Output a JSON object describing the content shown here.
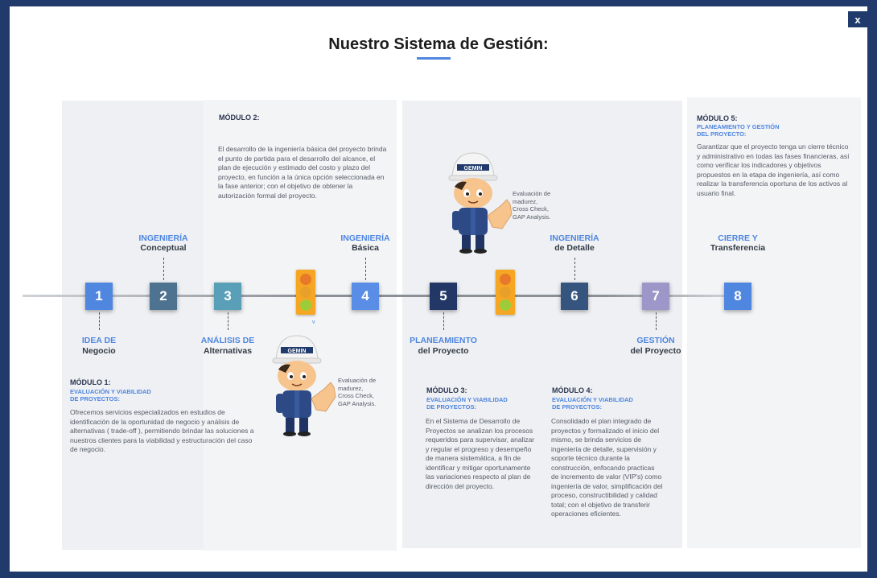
{
  "title": "Nuestro Sistema de Gestión:",
  "close_label": "x",
  "steps": [
    {
      "num": "1",
      "line1": "IDEA DE",
      "line2": "Negocio",
      "color": "#4e86e0"
    },
    {
      "num": "2",
      "line1": "INGENIERÍA",
      "line2": "Conceptual",
      "color": "#4d7391"
    },
    {
      "num": "3",
      "line1": "ANÁLISIS DE",
      "line2": "Alternativas",
      "color": "#5a9fb8"
    },
    {
      "num": "4",
      "line1": "INGENIERÍA",
      "line2": "Básica",
      "color": "#5a8ee6"
    },
    {
      "num": "5",
      "line1": "PLANEAMIENTO",
      "line2": "del Proyecto",
      "color": "#223766"
    },
    {
      "num": "6",
      "line1": "INGENIERÍA",
      "line2": "de Detalle",
      "color": "#36557e"
    },
    {
      "num": "7",
      "line1": "GESTIÓN",
      "line2": "del Proyecto",
      "color": "#9c97c9"
    },
    {
      "num": "8",
      "line1": "CIERRE Y",
      "line2": "Transferencia",
      "color": "#4e86e0"
    }
  ],
  "modules": {
    "m1": {
      "head": "MÓDULO 1:",
      "sub1": "EVALUACIÓN Y VIABILIDAD",
      "sub2": "DE PROYECTOS:",
      "body": "Ofrecemos servicios especializados en estudios de identificación de la oportunidad de negocio y análisis de alternativas ( trade-off ), permitiendo brindar las soluciones a nuestros clientes para la viabilidad y estructuración del caso de negocio."
    },
    "m2": {
      "head": "MÓDULO 2:",
      "body": "El desarrollo de la ingeniería básica del proyecto brinda el punto de partida para el desarrollo del alcance, el plan de ejecución y estimado del costo y plazo del proyecto, en función a la única opción seleccionada en la fase anterior; con el objetivo de obtener la autorización formal del proyecto."
    },
    "m3": {
      "head": "MÓDULO 3:",
      "sub1": "EVALUACIÓN Y VIABILIDAD",
      "sub2": "DE PROYECTOS:",
      "body": "En el Sistema de Desarrollo de Proyectos se analizan los procesos requeridos para supervisar, analizar y regular el progreso y desempeño de manera sistemática, a fin de identificar y mitigar oportunamente las variaciones respecto al plan de dirección del proyecto."
    },
    "m4": {
      "head": "MÓDULO 4:",
      "sub1": "EVALUACIÓN Y VIABILIDAD",
      "sub2": "DE PROYECTOS:",
      "body": "Consolidado el plan integrado de proyectos y formalizado el inicio del mismo, se brinda servicios de ingeniería de detalle, supervisión y soporte técnico durante la construcción, enfocando practicas de incremento de valor (VIP's) como ingeniería de valor, simplificación del proceso, constructibilidad y calidad total; con el objetivo de transferir operaciones eficientes."
    },
    "m5": {
      "head": "MÓDULO 5:",
      "sub1": "PLANEAMIENTO Y GESTIÓN",
      "sub2": "DEL PROYECTO:",
      "body": "Garantizar que el proyecto tenga un cierre técnico y administrativo en todas las fases financieras, así como verificar los indicadores y objetivos propuestos en la etapa de ingeniería, así como realizar la transferencia oportuna de los activos al usuario final."
    }
  },
  "evaluation": {
    "line1": "Evaluación de",
    "line2": "madurez,",
    "line3": "Cross Check,",
    "line4": "GAP Analysis."
  },
  "brand_logo": "GEMIN",
  "check_mark": "v",
  "colors": {
    "accent": "#4e86e0",
    "frame": "#1f3a6b",
    "traffic_light": "#f5a623"
  }
}
